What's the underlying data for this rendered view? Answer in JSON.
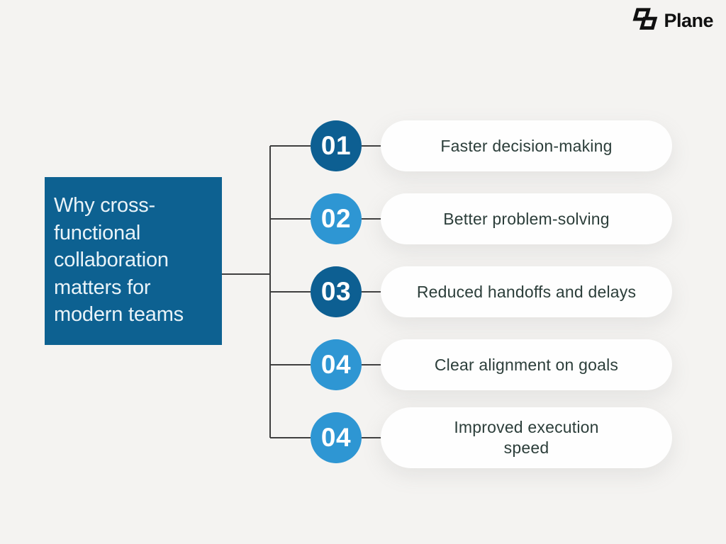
{
  "background_color": "#f4f3f1",
  "logo": {
    "brand": "Plane",
    "icon": "plane-logomark",
    "text_color": "#101010"
  },
  "title_card": {
    "text": "Why cross-\nfunctional\ncollaboration\nmatters for\nmodern teams",
    "bg_color": "#0d6191",
    "text_color": "#e9f3f8"
  },
  "connectors": {
    "color": "#3f3f3f"
  },
  "pill_style": {
    "bg_color": "#fefefe",
    "text_color": "#2c3e3a"
  },
  "items": [
    {
      "number": "01",
      "label": "Faster decision-making",
      "circle_color": "#0d5f92"
    },
    {
      "number": "02",
      "label": "Better problem-solving",
      "circle_color": "#2e96d3"
    },
    {
      "number": "03",
      "label": "Reduced handoffs and delays",
      "circle_color": "#0d5f92"
    },
    {
      "number": "04",
      "label": "Clear alignment on goals",
      "circle_color": "#2e96d3"
    },
    {
      "number": "04",
      "label": "Improved execution speed",
      "circle_color": "#2e96d3"
    }
  ]
}
